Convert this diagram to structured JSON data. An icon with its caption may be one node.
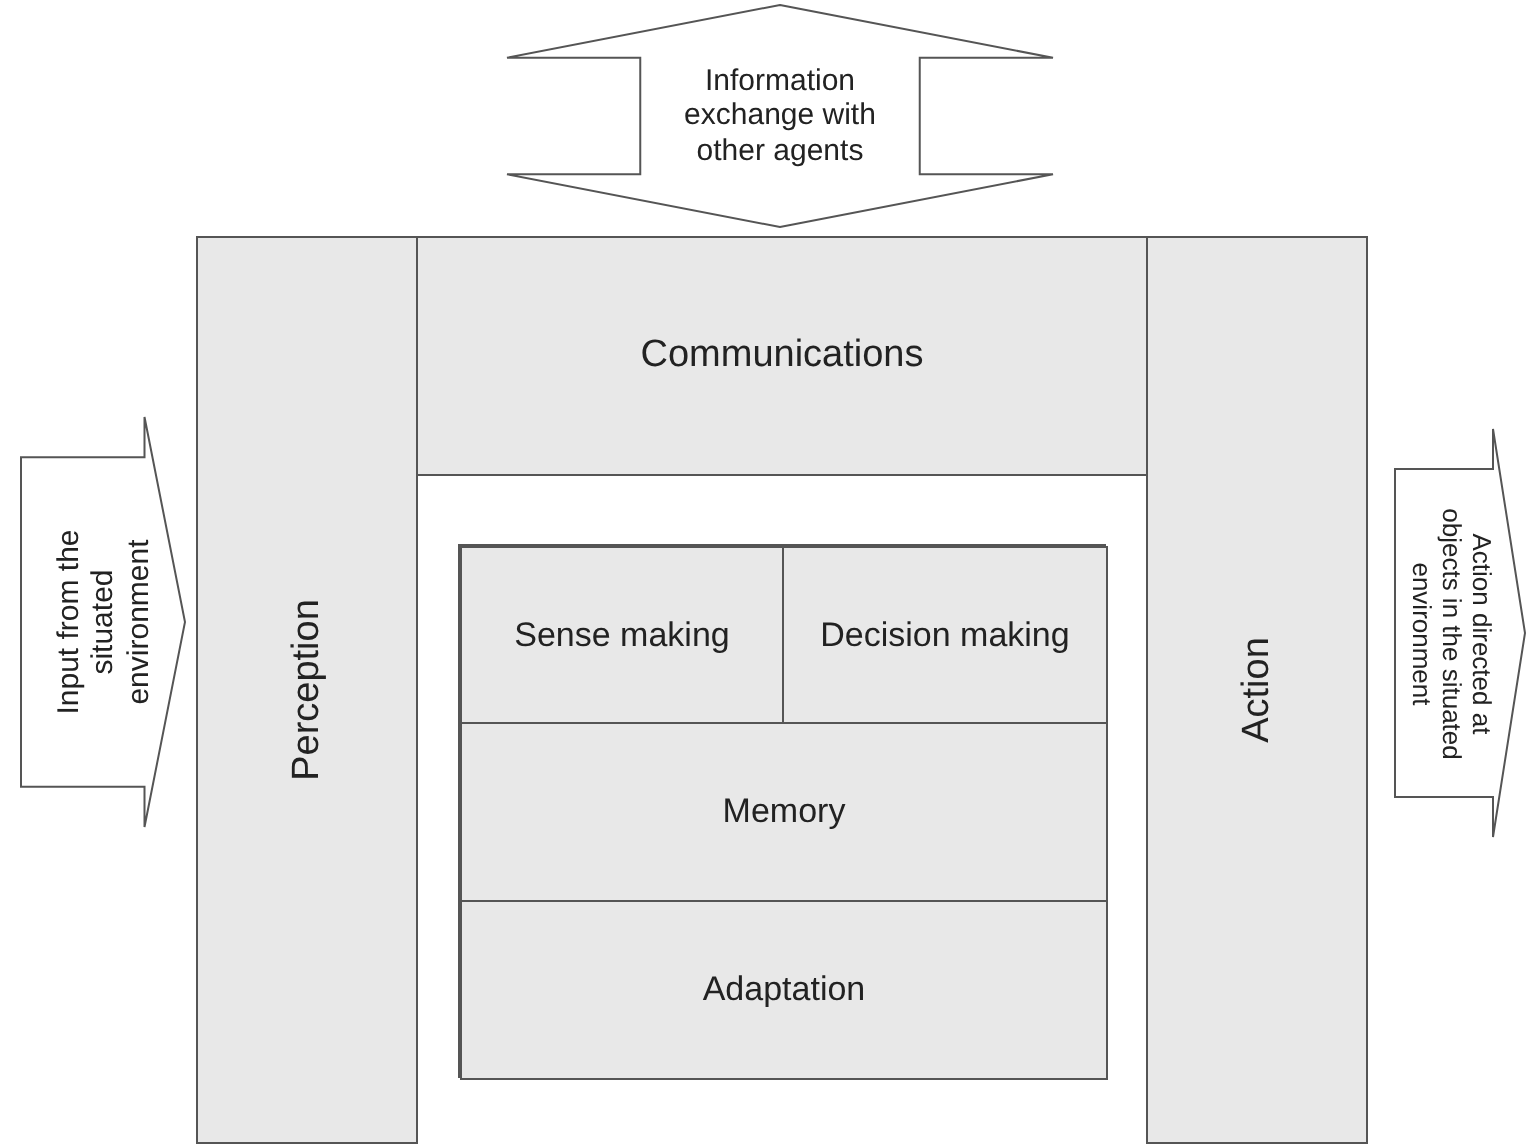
{
  "diagram": {
    "nodes": [
      {
        "text": [
          "Information exchange with other agents"
        ]
      },
      {
        "text": [
          "Perception"
        ]
      },
      {
        "text": [
          "Communications"
        ]
      },
      {
        "text": [
          "Action"
        ]
      },
      {
        "text": [
          "Input from the situated environment"
        ]
      },
      {
        "text": [],
        "shape": "box"
      },
      {
        "text": [
          "Sense making"
        ],
        "in": 5
      },
      {
        "text": [
          "Decision making"
        ],
        "in": 5
      },
      {
        "text": [
          "Memory"
        ],
        "in": 5
      },
      {
        "text": [
          "Adaptation"
        ],
        "in": 5
      },
      {
        "text": [
          "Action directed at objects in the situated environment"
        ]
      }
    ],
    "edges": []
  }
}
